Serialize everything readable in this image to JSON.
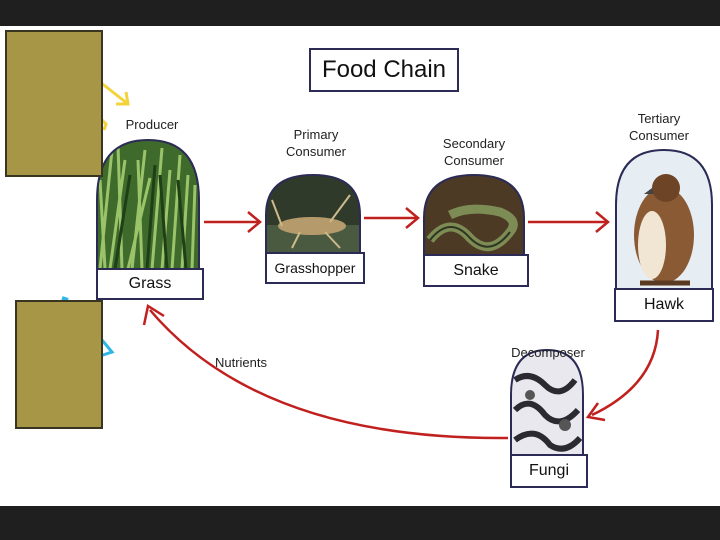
{
  "title": "Food Chain",
  "stages": {
    "producer": {
      "role": "Producer",
      "name": "Grass"
    },
    "primary": {
      "role_line1": "Primary",
      "role_line2": "Consumer",
      "name": "Grasshopper"
    },
    "secondary": {
      "role_line1": "Secondary",
      "role_line2": "Consumer",
      "name": "Snake"
    },
    "tertiary": {
      "role_line1": "Tertiary",
      "role_line2": "Consumer",
      "name": "Hawk"
    },
    "decomposer": {
      "role": "Decomposer",
      "name": "Fungi"
    }
  },
  "cycle_label": "Nutrients",
  "colors": {
    "arrow": "#c0201e",
    "box_border": "#2b2b55",
    "olive": "#a89647",
    "yellow_arrow": "#f2d33a",
    "cyan_arrow": "#2db7e6"
  }
}
